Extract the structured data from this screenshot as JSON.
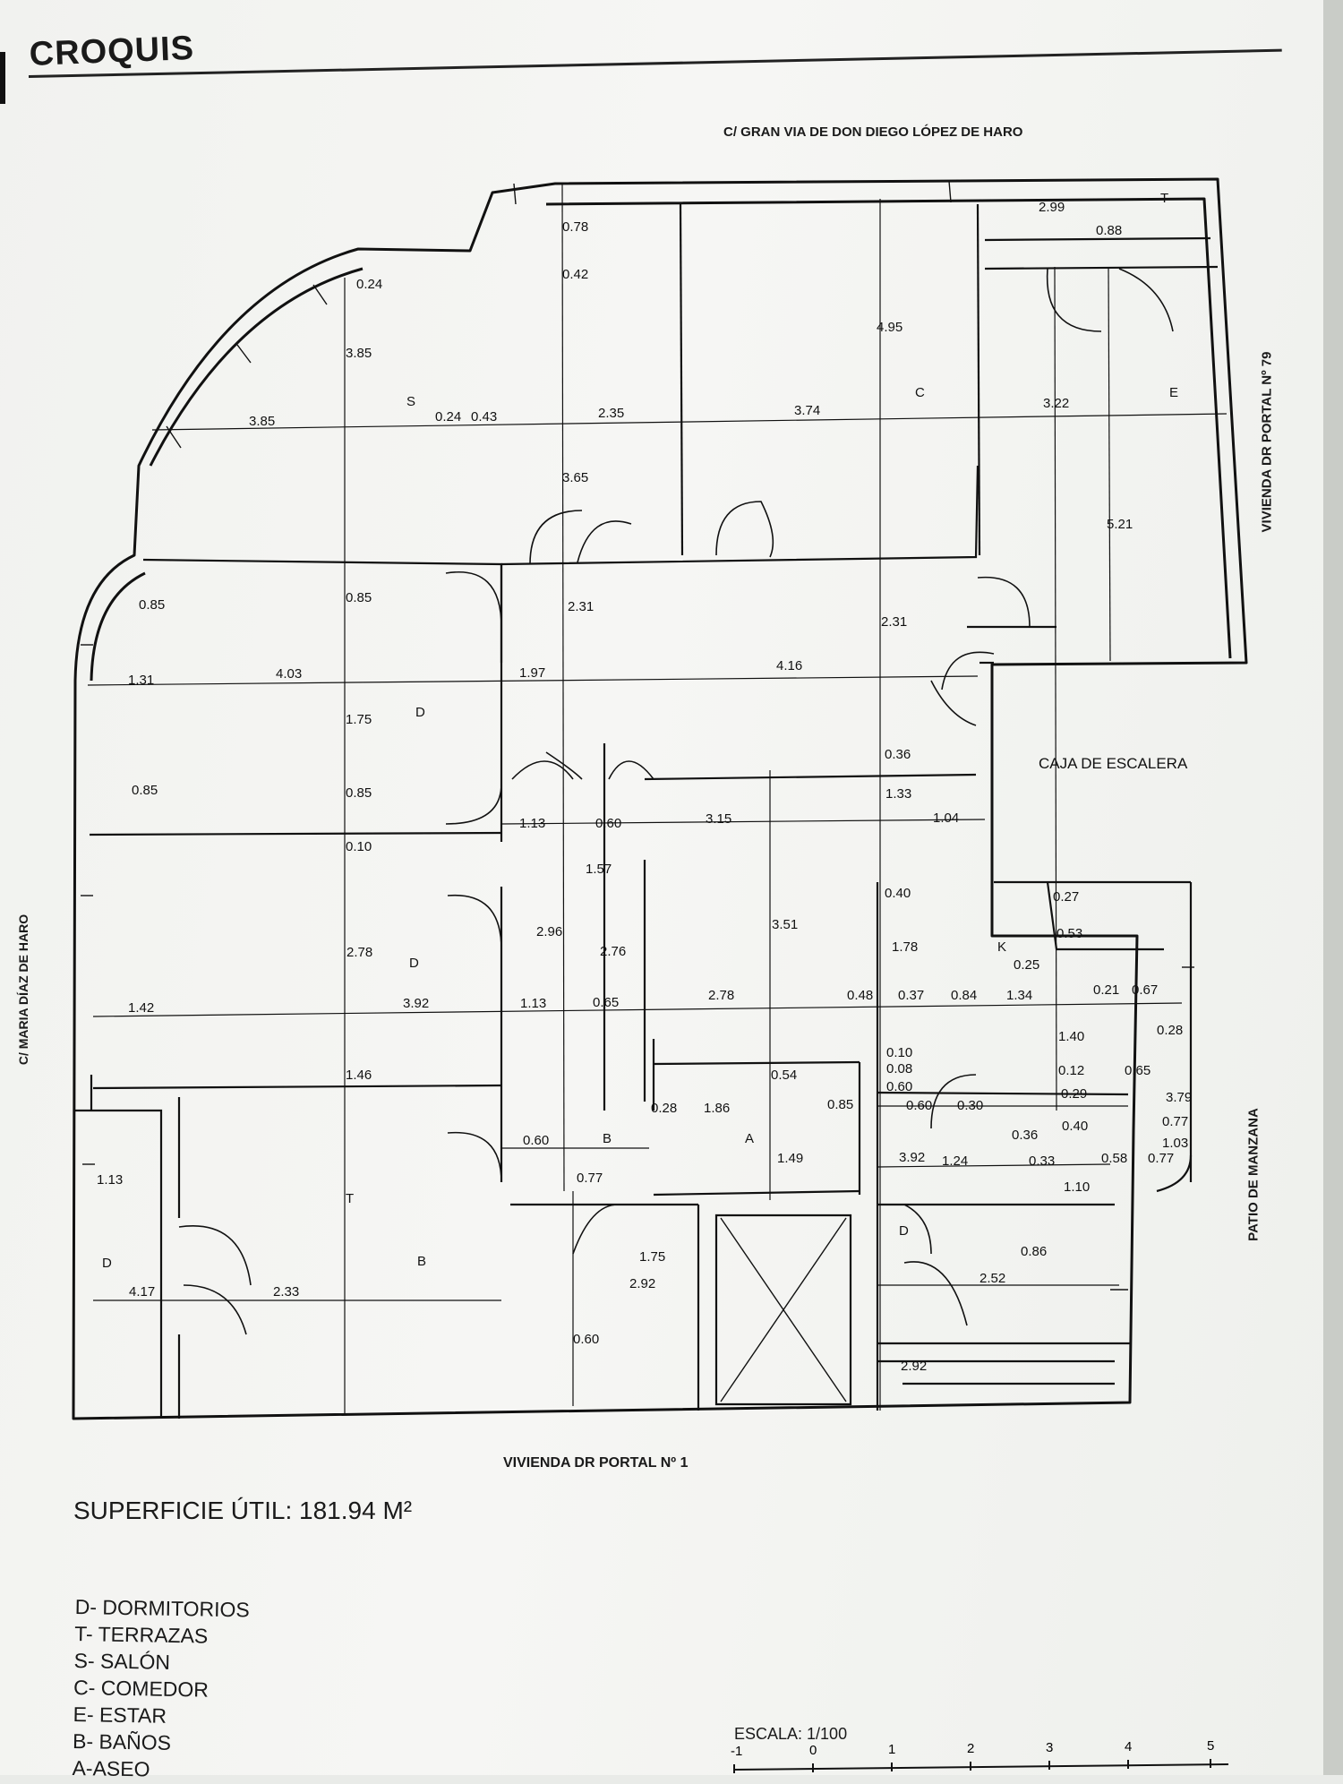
{
  "title": "CROQUIS",
  "streets": {
    "top": "C/ GRAN VIA DE DON DIEGO LÓPEZ DE HARO",
    "right": "VIVIENDA DR PORTAL Nº 79",
    "left": "C/ MARIA DÍAZ DE HARO",
    "bottom": "VIVIENDA DR PORTAL Nº 1",
    "right_lower": "PATIO DE MANZANA"
  },
  "annotations": {
    "stairwell": "CAJA DE ESCALERA"
  },
  "surface": "SUPERFICIE ÚTIL: 181.94 M²",
  "legend": [
    "D- DORMITORIOS",
    "T- TERRAZAS",
    "S- SALÓN",
    "C- COMEDOR",
    "E- ESTAR",
    "B- BAÑOS",
    "A-ASEO"
  ],
  "scale": {
    "label": "ESCALA: 1/100",
    "ticks": [
      "-1",
      "0",
      "1",
      "2",
      "3",
      "4",
      "5"
    ]
  },
  "rooms": [
    {
      "id": "S",
      "label": "S"
    },
    {
      "id": "C",
      "label": "C"
    },
    {
      "id": "E",
      "label": "E"
    },
    {
      "id": "T1",
      "label": "T"
    },
    {
      "id": "D1",
      "label": "D"
    },
    {
      "id": "D2",
      "label": "D"
    },
    {
      "id": "D3",
      "label": "D"
    },
    {
      "id": "D4",
      "label": "D"
    },
    {
      "id": "K",
      "label": "K"
    },
    {
      "id": "A",
      "label": "A"
    },
    {
      "id": "B1",
      "label": "B"
    },
    {
      "id": "B2",
      "label": "B"
    },
    {
      "id": "T2",
      "label": "T"
    }
  ],
  "measurements": [
    "0.78",
    "0.42",
    "4.95",
    "2.99",
    "T",
    "0.88",
    "3.85",
    "0.24",
    "S",
    "0.24",
    "0.43",
    "2.35",
    "3.74",
    "C",
    "3.22",
    "E",
    "3.85",
    "3.65",
    "5.21",
    "0.85",
    "0.85",
    "2.31",
    "2.31",
    "1.31",
    "4.03",
    "1.97",
    "4.16",
    "1.75",
    "D",
    "0.36",
    "0.85",
    "0.85",
    "1.33",
    "1.13",
    "0.60",
    "3.15",
    "1.04",
    "0.10",
    "1.57",
    "0.40",
    "0.27",
    "2.96",
    "2.76",
    "3.51",
    "0.53",
    "2.78",
    "D",
    "1.78",
    "K",
    "1.42",
    "3.92",
    "1.13",
    "0.65",
    "2.78",
    "0.48",
    "0.37",
    "0.84",
    "1.34",
    "0.21",
    "0.67",
    "0.25",
    "1.46",
    "1.40",
    "0.28",
    "0.10",
    "0.08",
    "0.12",
    "0.65",
    "0.60",
    "0.54",
    "0.28",
    "1.86",
    "0.85",
    "0.60",
    "0.30",
    "0.29",
    "3.79",
    "1.13",
    "0.60",
    "B",
    "A",
    "0.36",
    "0.40",
    "0.77",
    "1.03",
    "1.49",
    "1.24",
    "0.33",
    "0.58",
    "0.77",
    "1.10",
    "0.77",
    "3.92",
    "T",
    "D",
    "B",
    "1.75",
    "D",
    "0.86",
    "4.17",
    "2.33",
    "2.92",
    "2.52",
    "0.60",
    "2.92"
  ]
}
